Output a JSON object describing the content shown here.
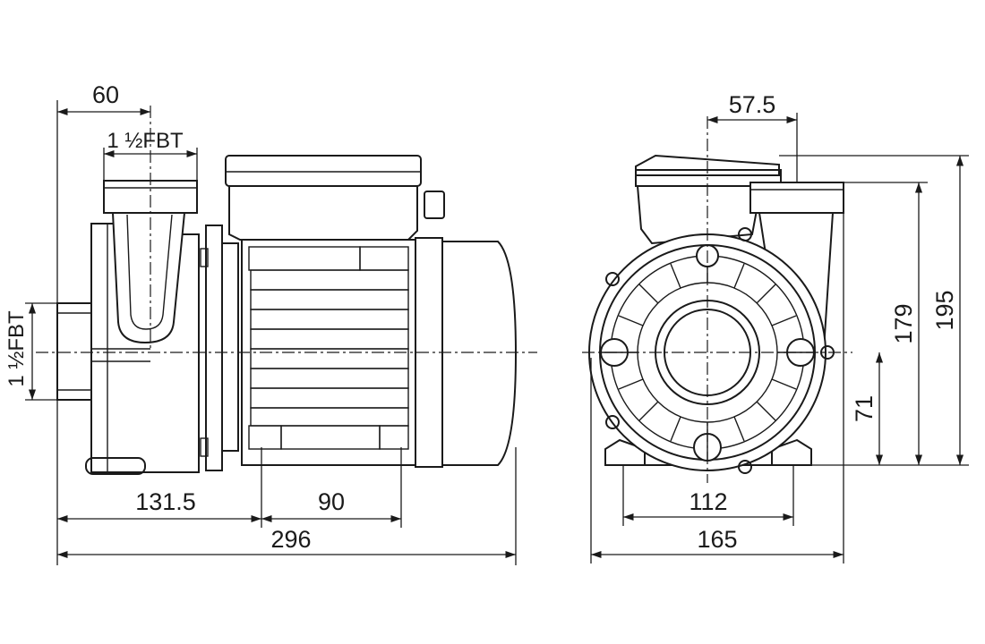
{
  "dimensions": {
    "inlet_offset": "60",
    "top_port_thread": "1 ½FBT",
    "side_port_thread": "1 ½FBT",
    "front_length": "131.5",
    "foot_spacing": "90",
    "total_length": "296",
    "outlet_offset": "57.5",
    "outlet_height": "179",
    "total_height": "195",
    "axis_height": "71",
    "base_width": "112",
    "total_width": "165"
  },
  "colors": {
    "line": "#1a1a1a",
    "background": "#ffffff"
  }
}
